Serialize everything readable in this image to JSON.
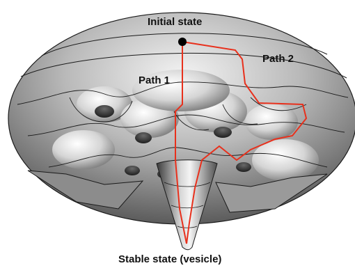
{
  "figure": {
    "labels": {
      "initial_state": "Initial state",
      "path1": "Path 1",
      "path2": "Path 2",
      "stable_state": "Stable state (vesicle)"
    },
    "colors": {
      "background": "#ffffff",
      "surface_light": "#f2f2f2",
      "surface_dark": "#5a5a5a",
      "contour": "#1a1a1a",
      "path": "#e8301c",
      "start_marker": "#000000"
    }
  }
}
